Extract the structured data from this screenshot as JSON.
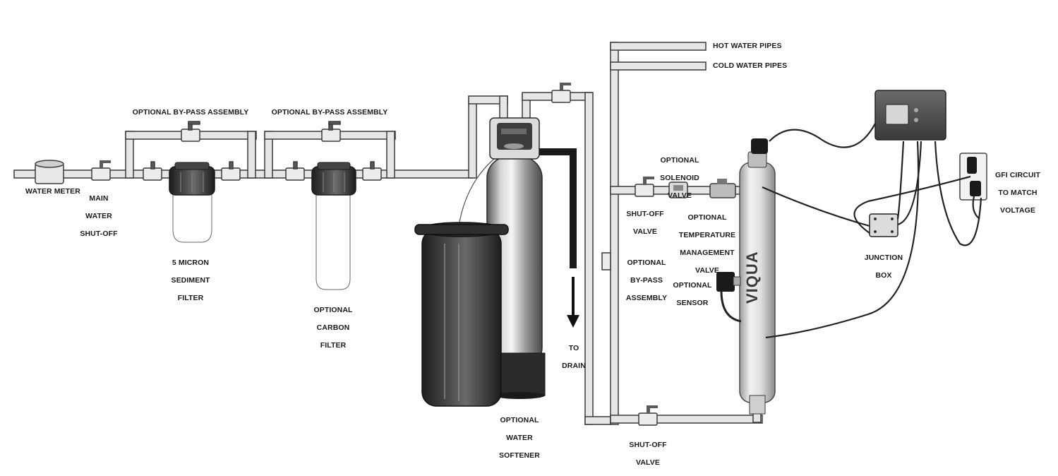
{
  "colors": {
    "pipe_fill": "#e6e6e6",
    "pipe_stroke": "#3a3a3a",
    "dark": "#2f2f2f",
    "controller": "#4a4a4a",
    "uv_body": "#dcdcdc"
  },
  "labels": {
    "water_meter": "WATER METER",
    "main_shutoff": [
      "MAIN",
      "WATER",
      "SHUT-OFF"
    ],
    "bypass_1": "OPTIONAL BY-PASS ASSEMBLY",
    "bypass_2": "OPTIONAL BY-PASS ASSEMBLY",
    "sediment_filter": [
      "5 MICRON",
      "SEDIMENT",
      "FILTER"
    ],
    "carbon_filter": [
      "OPTIONAL",
      "CARBON",
      "FILTER"
    ],
    "softener": [
      "OPTIONAL",
      "WATER",
      "SOFTENER"
    ],
    "to_drain": [
      "TO",
      "DRAIN"
    ],
    "hot_pipes": "HOT WATER PIPES",
    "cold_pipes": "COLD WATER PIPES",
    "solenoid": [
      "OPTIONAL",
      "SOLENOID",
      "VALVE"
    ],
    "shutoff_top": [
      "SHUT-OFF",
      "VALVE"
    ],
    "temp_valve": [
      "OPTIONAL",
      "TEMPERATURE",
      "MANAGEMENT",
      "VALVE"
    ],
    "bypass_3": [
      "OPTIONAL",
      "BY-PASS",
      "ASSEMBLY"
    ],
    "sensor": [
      "OPTIONAL",
      "SENSOR"
    ],
    "shutoff_bottom": [
      "SHUT-OFF",
      "VALVE"
    ],
    "junction_box": [
      "JUNCTION",
      "BOX"
    ],
    "gfi": [
      "GFI CIRCUIT",
      "TO MATCH",
      "VOLTAGE"
    ],
    "brand": "VIQUA"
  }
}
